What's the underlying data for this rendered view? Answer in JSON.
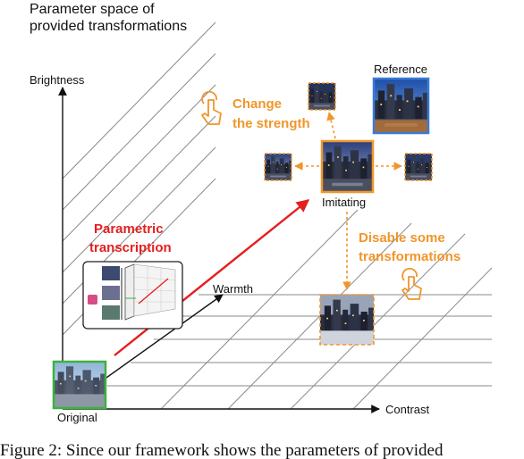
{
  "figure": {
    "title_line1": "Parameter space of",
    "title_line2": "provided transformations",
    "axes": {
      "brightness": "Brightness",
      "warmth": "Warmth",
      "contrast": "Contrast"
    },
    "labels": {
      "reference": "Reference",
      "imitating": "Imitating",
      "original": "Original"
    },
    "annotations": {
      "change_strength_line1": "Change",
      "change_strength_line2": "the strength",
      "parametric_line1": "Parametric",
      "parametric_line2": "transcription",
      "disable_line1": "Disable some",
      "disable_line2": "transformations"
    },
    "caption": "Figure 2: Since our framework shows the parameters of provided"
  },
  "colors": {
    "orange": "#f0962a",
    "red": "#e51e1e",
    "reference_border": "#3a7bd5",
    "original_border": "#3cb33c",
    "grid": "#8a8a8a"
  }
}
